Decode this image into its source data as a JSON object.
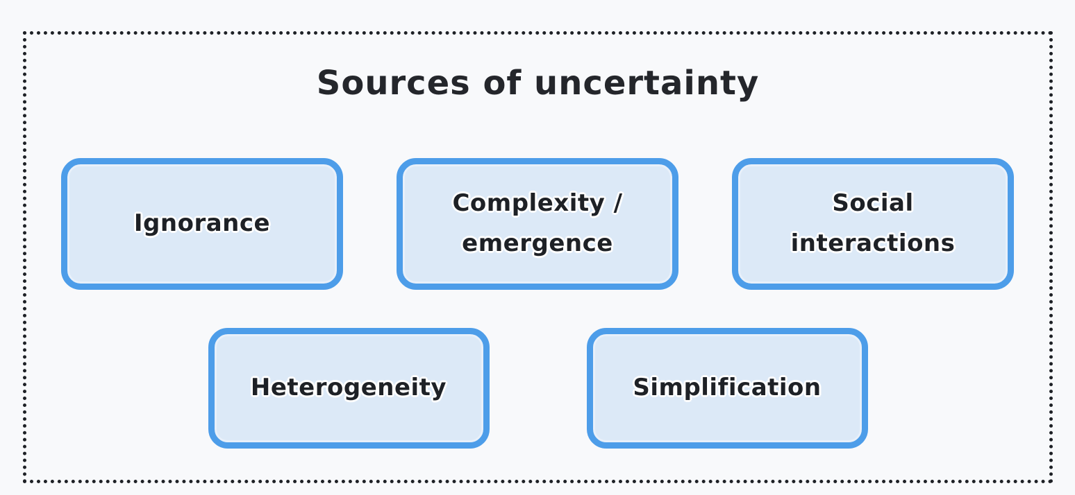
{
  "title": "Sources of uncertainty",
  "boxes": [
    {
      "label": "Ignorance",
      "row": 1
    },
    {
      "label": "Complexity / emergence",
      "row": 1
    },
    {
      "label": "Social interactions",
      "row": 1
    },
    {
      "label": "Heterogeneity",
      "row": 2
    },
    {
      "label": "Simplification",
      "row": 2
    }
  ],
  "colors": {
    "background": "#f8f9fb",
    "frame_dots": "#1e2126",
    "box_border": "#4d9de9",
    "box_fill": "#dce9f7",
    "text": "#1e2126"
  }
}
